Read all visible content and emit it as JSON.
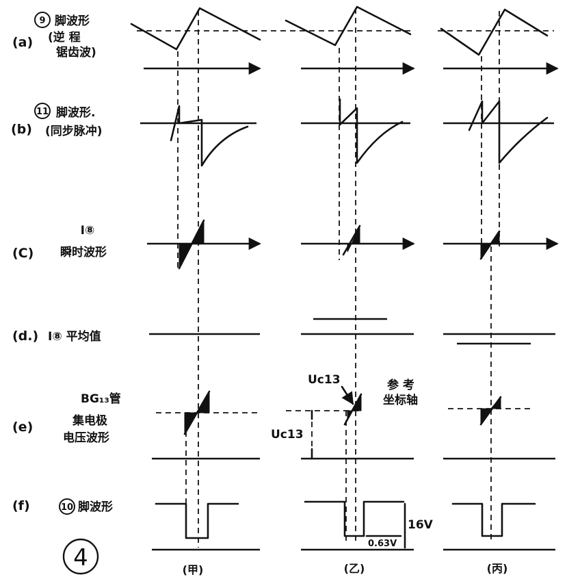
{
  "figure_number": "4",
  "rows": {
    "a": {
      "tag": "(a)",
      "pin": "9",
      "title": "脚波形",
      "line2": "(逆  程",
      "line3": "锯齿波)"
    },
    "b": {
      "tag": "(b)",
      "pin": "11",
      "title": "脚波形.",
      "line2": "(同步脉冲)"
    },
    "c": {
      "tag": "(C)",
      "title": "I⑧",
      "line2": "瞬时波形"
    },
    "d": {
      "tag": "(d.)",
      "title": "I⑧ 平均值"
    },
    "e": {
      "tag": "(e)",
      "line1": "BG₁₃管",
      "line2": "集电极",
      "line3": "电压波形"
    },
    "f": {
      "tag": "(f)",
      "pin": "10",
      "title": "脚波形"
    }
  },
  "annotations": {
    "uc13_top": "Uc13",
    "uc13_left": "Uc13",
    "reference_axis_1": "参  考",
    "reference_axis_2": "坐标轴",
    "voltage_16": "16V",
    "voltage_063": "0.63V"
  },
  "columns": [
    "(甲)",
    "(乙)",
    "(丙)"
  ]
}
